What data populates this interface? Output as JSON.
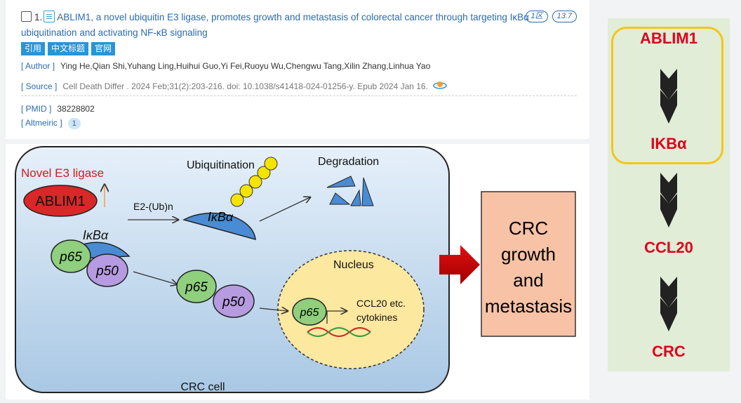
{
  "article": {
    "index": "1.",
    "title": "ABLIM1, a novel ubiquitin E3 ligase, promotes growth and metastasis of colorectal cancer through targeting IκBα ubiquitination and activating NF-κB signaling",
    "badges": [
      "1区",
      "13.7"
    ],
    "tags": [
      "引用",
      "中文标题",
      "官网"
    ],
    "author_label": "[ Author ]",
    "authors": "Ying He,Qian Shi,Yuhang Ling,Huihui Guo,Yi Fei,Ruoyu Wu,Chengwu Tang,Xilin Zhang,Linhua Yao",
    "source_label": "[ Source ]",
    "source": "Cell Death Differ . 2024 Feb;31(2):203-216. doi: 10.1038/s41418-024-01256-y. Epub 2024 Jan 16.",
    "pmid_label": "[ PMID ]",
    "pmid": "38228802",
    "altmetric_label": "[ Altmeiric ]",
    "altmetric": "1"
  },
  "diagram": {
    "novel": "Novel E3 ligase",
    "ablim1": "ABLIM1",
    "ikba": "IκBα",
    "p65": "p65",
    "p50": "p50",
    "e2": "E2-(Ub)n",
    "ubiquitination": "Ubiquitination",
    "degradation": "Degradation",
    "nucleus": "Nucleus",
    "ccl20": "CCL20 etc.",
    "cytokines": "cytokines",
    "crc_cell": "CRC cell",
    "crc_box": [
      "CRC",
      "growth",
      "and",
      "metastasis"
    ]
  },
  "pathway": {
    "steps": [
      "ABLIM1",
      "IKBα",
      "CCL20",
      "CRC"
    ],
    "highlight_color": "#f5c518",
    "text_color": "#e0001a"
  }
}
